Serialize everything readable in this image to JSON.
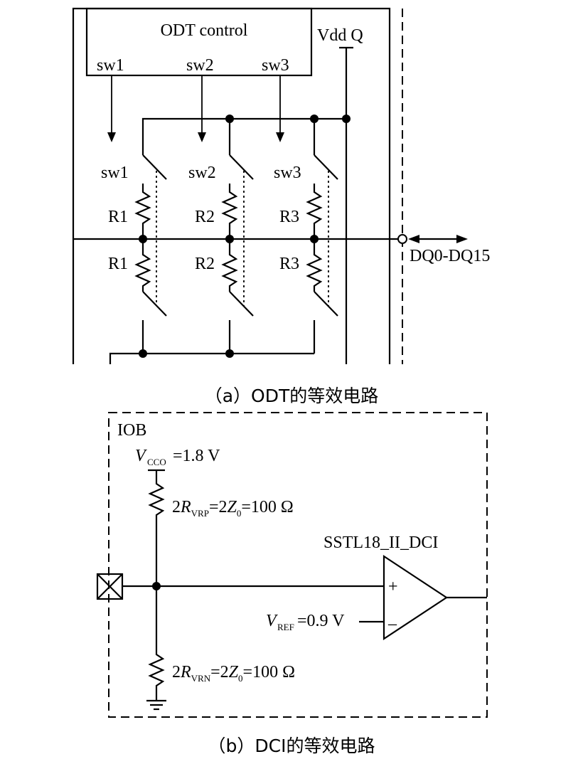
{
  "diagram_a": {
    "odt_control": "ODT control",
    "ctrl_sw1": "sw1",
    "ctrl_sw2": "sw2",
    "ctrl_sw3": "sw3",
    "vddq": "Vdd Q",
    "switch_sw1": "sw1",
    "switch_sw2": "sw2",
    "switch_sw3": "sw3",
    "r1_top": "R1",
    "r2_top": "R2",
    "r3_top": "R3",
    "r1_bottom": "R1",
    "r2_bottom": "R2",
    "r3_bottom": "R3",
    "dq": "DQ0-DQ15",
    "caption": "（a）ODT的等效电路"
  },
  "diagram_b": {
    "iob": "IOB",
    "vcco_v": "V",
    "vcco_sub": "CCO",
    "vcco_value": "=1.8 V",
    "rvrp_prefix": "2",
    "rvrp_r": "R",
    "rvrp_sub": "VRP",
    "rvrp_mid": "=2",
    "rvrp_z": "Z",
    "rvrp_zsub": "0",
    "rvrp_value": "=100 Ω",
    "buffer_name": "SSTL18_II_DCI",
    "plus": "+",
    "minus": "–",
    "vref_v": "V",
    "vref_sub": "REF",
    "vref_value": "=0.9 V",
    "rvrn_prefix": "2",
    "rvrn_r": "R",
    "rvrn_sub": "VRN",
    "rvrn_mid": "=2",
    "rvrn_z": "Z",
    "rvrn_zsub": "0",
    "rvrn_value": "=100 Ω",
    "caption": "（b）DCI的等效电路"
  }
}
